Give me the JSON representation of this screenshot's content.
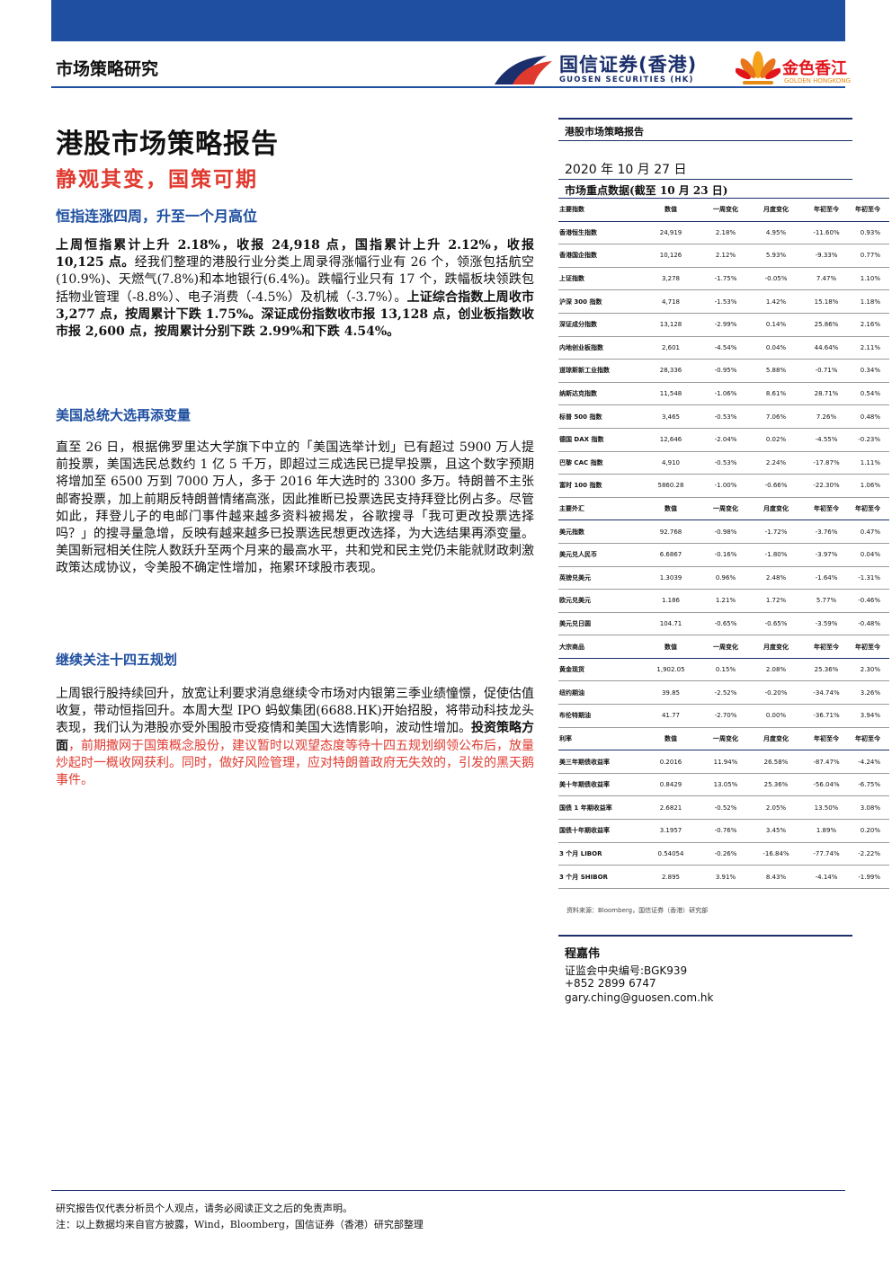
{
  "header": {
    "section_label": "市场策略研究",
    "brand_cn": "国信证券(香港)",
    "brand_en": "GUOSEN SECURITIES (HK)",
    "partner_cn": "金色香江",
    "partner_en": "GOLDEN HONGKONG",
    "brand_color": "#1f4fa0",
    "accent_color": "#e03a2f"
  },
  "report": {
    "title": "港股市场策略报告",
    "subtitle": "静观其变，国策可期",
    "tagline": "恒指连涨四周，升至一个月高位",
    "summary": {
      "s1": "上周恒指累计上升 2.18%，收报 24,918 点，国指累计上升 2.12%，收报 10,125 点。",
      "s2": "经我们整理的港股行业分类上周录得涨幅行业有 26 个，领涨包括航空(10.9%)、天燃气(7.8%)和本地银行(6.4%)。跌幅行业只有 17 个，跌幅板块领跌包括物业管理（-8.8%）、电子消费（-4.5%）及机械（-3.7%）。",
      "s3": "上证综合指数上周收市 3,277 点，按周累计下跌 1.75%。深证成份指数收市报 13,128 点，创业板指数收市报 2,600 点，按周累计分别下跌 2.99%和下跌 4.54%。"
    },
    "section1": {
      "heading": "美国总统大选再添变量",
      "body": "直至 26 日，根据佛罗里达大学旗下中立的「美国选举计划」已有超过 5900 万人提前投票，美国选民总数约 1 亿 5 千万，即超过三成选民已提早投票，且这个数字预期将增加至 6500 万到 7000 万人，多于 2016 年大选时的 3300 多万。特朗普不主张邮寄投票，加上前期反特朗普情绪高涨，因此推断已投票选民支持拜登比例占多。尽管如此，拜登儿子的电邮门事件越来越多资料被揭发，谷歌搜寻「我可更改投票选择吗？」的搜寻量急增，反映有越来越多已投票选民想更改选择，为大选结果再添变量。美国新冠相关住院人数跃升至两个月来的最高水平，共和党和民主党仍未能就财政刺激政策达成协议，令美股不确定性增加，拖累环球股市表现。"
    },
    "section2": {
      "heading": "继续关注十四五规划",
      "body_normal": "上周银行股持续回升，放宽让利要求消息继续令市场对内银第三季业绩憧憬，促使估值收复，带动恒指回升。本周大型 IPO 蚂蚁集团(6688.HK)开始招股，将带动科技龙头表现，我们认为港股亦受外围股市受疫情和美国大选情影响，波动性增加。",
      "body_bold": "投资策略方面",
      "body_red": "，前期撒网于国策概念股份，建议暂时以观望态度等待十四五规划纲领公布后，放量炒起时一概收网获利。同时，做好风险管理，应对特朗普政府无失效的，引发的黑天鹅事件。"
    }
  },
  "sidebar": {
    "title": "港股市场策略报告",
    "date": "2020 年 10 月 27 日",
    "table_title": "市场重点数据(截至 10 月 23 日)",
    "groups": [
      {
        "header": [
          "主要指数",
          "数值",
          "一周变化",
          "月度变化",
          "年初至今",
          "年初至今"
        ],
        "rows": [
          [
            "香港恒生指数",
            "24,919",
            "2.18%",
            "4.95%",
            "-11.60%",
            "0.93%"
          ],
          [
            "香港国企指数",
            "10,126",
            "2.12%",
            "5.93%",
            "-9.33%",
            "0.77%"
          ],
          [
            "上证指数",
            "3,278",
            "-1.75%",
            "-0.05%",
            "7.47%",
            "1.10%"
          ],
          [
            "沪深 300 指数",
            "4,718",
            "-1.53%",
            "1.42%",
            "15.18%",
            "1.18%"
          ],
          [
            "深证成分指数",
            "13,128",
            "-2.99%",
            "0.14%",
            "25.86%",
            "2.16%"
          ],
          [
            "内地创业板指数",
            "2,601",
            "-4.54%",
            "0.04%",
            "44.64%",
            "2.11%"
          ],
          [
            "道琼斯新工业指数",
            "28,336",
            "-0.95%",
            "5.88%",
            "-0.71%",
            "0.34%"
          ],
          [
            "纳斯达克指数",
            "11,548",
            "-1.06%",
            "8.61%",
            "28.71%",
            "0.54%"
          ],
          [
            "标普 500 指数",
            "3,465",
            "-0.53%",
            "7.06%",
            "7.26%",
            "0.48%"
          ],
          [
            "德国 DAX 指数",
            "12,646",
            "-2.04%",
            "0.02%",
            "-4.55%",
            "-0.23%"
          ],
          [
            "巴黎 CAC 指数",
            "4,910",
            "-0.53%",
            "2.24%",
            "-17.87%",
            "1.11%"
          ],
          [
            "富时 100 指数",
            "5860.28",
            "-1.00%",
            "-0.66%",
            "-22.30%",
            "1.06%"
          ]
        ]
      },
      {
        "header": [
          "主要外汇",
          "数值",
          "一周变化",
          "月度变化",
          "年初至今",
          "年初至今"
        ],
        "rows": [
          [
            "美元指数",
            "92.768",
            "-0.98%",
            "-1.72%",
            "-3.76%",
            "0.47%"
          ],
          [
            "美元兑人民币",
            "6.6867",
            "-0.16%",
            "-1.80%",
            "-3.97%",
            "0.04%"
          ],
          [
            "英镑兑美元",
            "1.3039",
            "0.96%",
            "2.48%",
            "-1.64%",
            "-1.31%"
          ],
          [
            "欧元兑美元",
            "1.186",
            "1.21%",
            "1.72%",
            "5.77%",
            "-0.46%"
          ],
          [
            "美元兑日圆",
            "104.71",
            "-0.65%",
            "-0.65%",
            "-3.59%",
            "-0.48%"
          ]
        ]
      },
      {
        "header": [
          "大宗商品",
          "数值",
          "一周变化",
          "月度变化",
          "年初至今",
          "年初至今"
        ],
        "rows": [
          [
            "黄金现货",
            "1,902.05",
            "0.15%",
            "2.08%",
            "25.36%",
            "2.30%"
          ],
          [
            "纽约期油",
            "39.85",
            "-2.52%",
            "-0.20%",
            "-34.74%",
            "3.26%"
          ],
          [
            "布伦特期油",
            "41.77",
            "-2.70%",
            "0.00%",
            "-36.71%",
            "3.94%"
          ]
        ]
      },
      {
        "header": [
          "利率",
          "数值",
          "一周变化",
          "月度变化",
          "年初至今",
          "年初至今"
        ],
        "rows": [
          [
            "美三年期债收益率",
            "0.2016",
            "11.94%",
            "26.58%",
            "-87.47%",
            "-4.24%"
          ],
          [
            "美十年期债收益率",
            "0.8429",
            "13.05%",
            "25.36%",
            "-56.04%",
            "-6.75%"
          ],
          [
            "国债 1 年期收益率",
            "2.6821",
            "-0.52%",
            "2.05%",
            "13.50%",
            "3.08%"
          ],
          [
            "国债十年期收益率",
            "3.1957",
            "-0.76%",
            "3.45%",
            "1.89%",
            "0.20%"
          ],
          [
            "3 个月 LIBOR",
            "0.54054",
            "-0.26%",
            "-16.84%",
            "-77.74%",
            "-2.22%"
          ],
          [
            "3 个月 SHIBOR",
            "2.895",
            "3.91%",
            "8.43%",
            "-4.14%",
            "-1.99%"
          ]
        ]
      }
    ],
    "source": "资料来源：Bloomberg，国信证券（香港）研究部",
    "analyst": {
      "name": "程嘉伟",
      "license": "证监会中央编号:BGK939",
      "phone": "+852 2899 6747",
      "email": "gary.ching@guosen.com.hk"
    }
  },
  "footer": {
    "line1": "研究报告仅代表分析员个人观点，请务必阅读正文之后的免责声明。",
    "line2": "注：以上数据均来自官方披露，Wind，Bloomberg，国信证券（香港）研究部整理"
  }
}
